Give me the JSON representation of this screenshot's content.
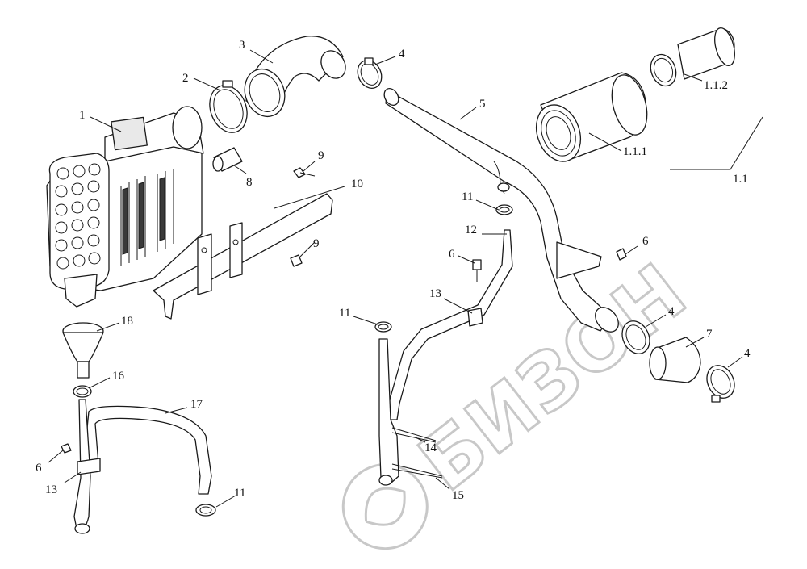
{
  "watermark": {
    "text": "БИЗОН",
    "logo": "bizon-logo-mark"
  },
  "callouts": [
    {
      "id": "c1",
      "text": "1"
    },
    {
      "id": "c2",
      "text": "2"
    },
    {
      "id": "c3",
      "text": "3"
    },
    {
      "id": "c4a",
      "text": "4"
    },
    {
      "id": "c5",
      "text": "5"
    },
    {
      "id": "c112",
      "text": "1.1.2"
    },
    {
      "id": "c111",
      "text": "1.1.1"
    },
    {
      "id": "c11main",
      "text": "1.1"
    },
    {
      "id": "c9a",
      "text": "9"
    },
    {
      "id": "c8",
      "text": "8"
    },
    {
      "id": "c10",
      "text": "10"
    },
    {
      "id": "c11a",
      "text": "11"
    },
    {
      "id": "c12",
      "text": "12"
    },
    {
      "id": "c6a",
      "text": "6"
    },
    {
      "id": "c6b",
      "text": "6"
    },
    {
      "id": "c9b",
      "text": "9"
    },
    {
      "id": "c13a",
      "text": "13"
    },
    {
      "id": "c11b",
      "text": "11"
    },
    {
      "id": "c4b",
      "text": "4"
    },
    {
      "id": "c7",
      "text": "7"
    },
    {
      "id": "c4c",
      "text": "4"
    },
    {
      "id": "c18",
      "text": "18"
    },
    {
      "id": "c16",
      "text": "16"
    },
    {
      "id": "c17",
      "text": "17"
    },
    {
      "id": "c14",
      "text": "14"
    },
    {
      "id": "c6c",
      "text": "6"
    },
    {
      "id": "c13b",
      "text": "13"
    },
    {
      "id": "c15",
      "text": "15"
    },
    {
      "id": "c11c",
      "text": "11"
    }
  ]
}
